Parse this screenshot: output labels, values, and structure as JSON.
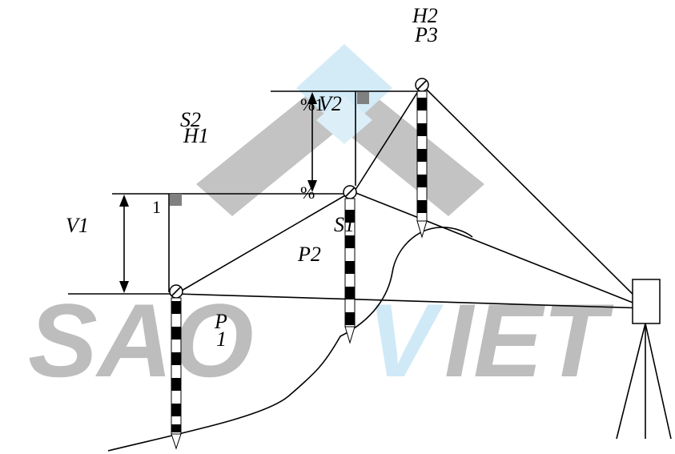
{
  "labels": {
    "h2": "H2",
    "p3": "P3",
    "s2": "S2",
    "h1": "H1",
    "v2_mark": "%1",
    "v2": "V2",
    "v1": "V1",
    "one": "1",
    "pct_mid": "%",
    "s1": "S1",
    "p2": "P2",
    "p1_top": "P",
    "p1_bottom": "1"
  },
  "watermark": {
    "text_a": "SAO",
    "text_v": "V",
    "text_b": "IET",
    "gray": "#bdbdbd",
    "blue": "#cfe9f7"
  },
  "colors": {
    "ink": "#000000",
    "square_marker": "#808080"
  }
}
